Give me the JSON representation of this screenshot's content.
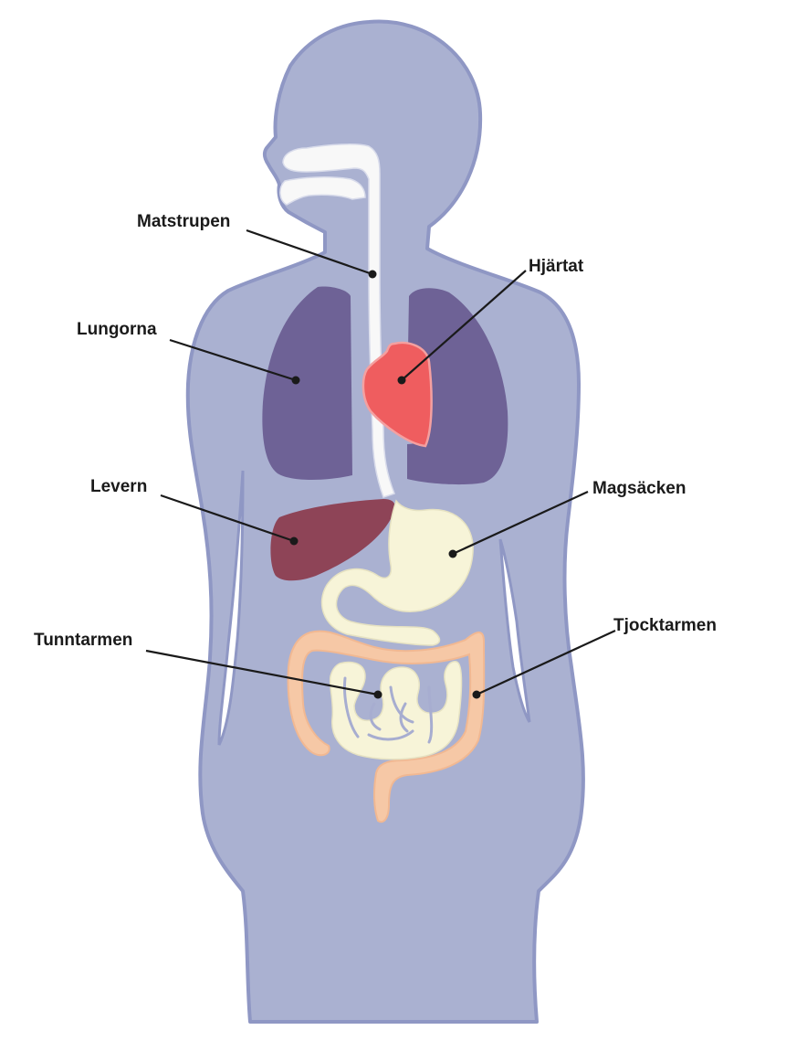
{
  "colors": {
    "background": "#ffffff",
    "body_fill": "#aab1d1",
    "body_outline": "#8f97c4",
    "esophagus": "#f8f8f8",
    "lungs": "#6e6296",
    "heart": "#ef5d5f",
    "liver": "#8e4457",
    "stomach": "#f7f4d8",
    "small_intestine": "#f7f4d8",
    "large_intestine": "#f6c8a6",
    "label_text": "#1a1a1a"
  },
  "labels": {
    "esophagus": "Matstrupen",
    "heart": "Hjärtat",
    "lungs": "Lungorna",
    "liver": "Levern",
    "stomach": "Magsäcken",
    "small_intestine": "Tunntarmen",
    "large_intestine": "Tjocktarmen"
  }
}
